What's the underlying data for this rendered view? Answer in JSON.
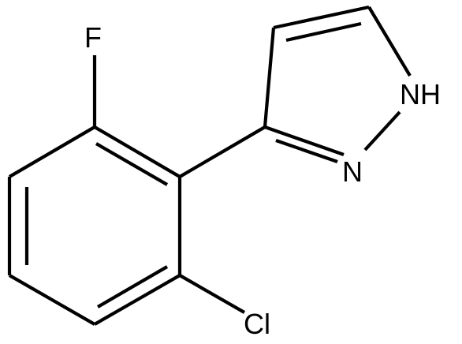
{
  "structure": {
    "atoms": {
      "fluorine": "F",
      "chlorine": "Cl",
      "pyrazole_nh": "NH",
      "pyrazole_n": "N"
    }
  }
}
